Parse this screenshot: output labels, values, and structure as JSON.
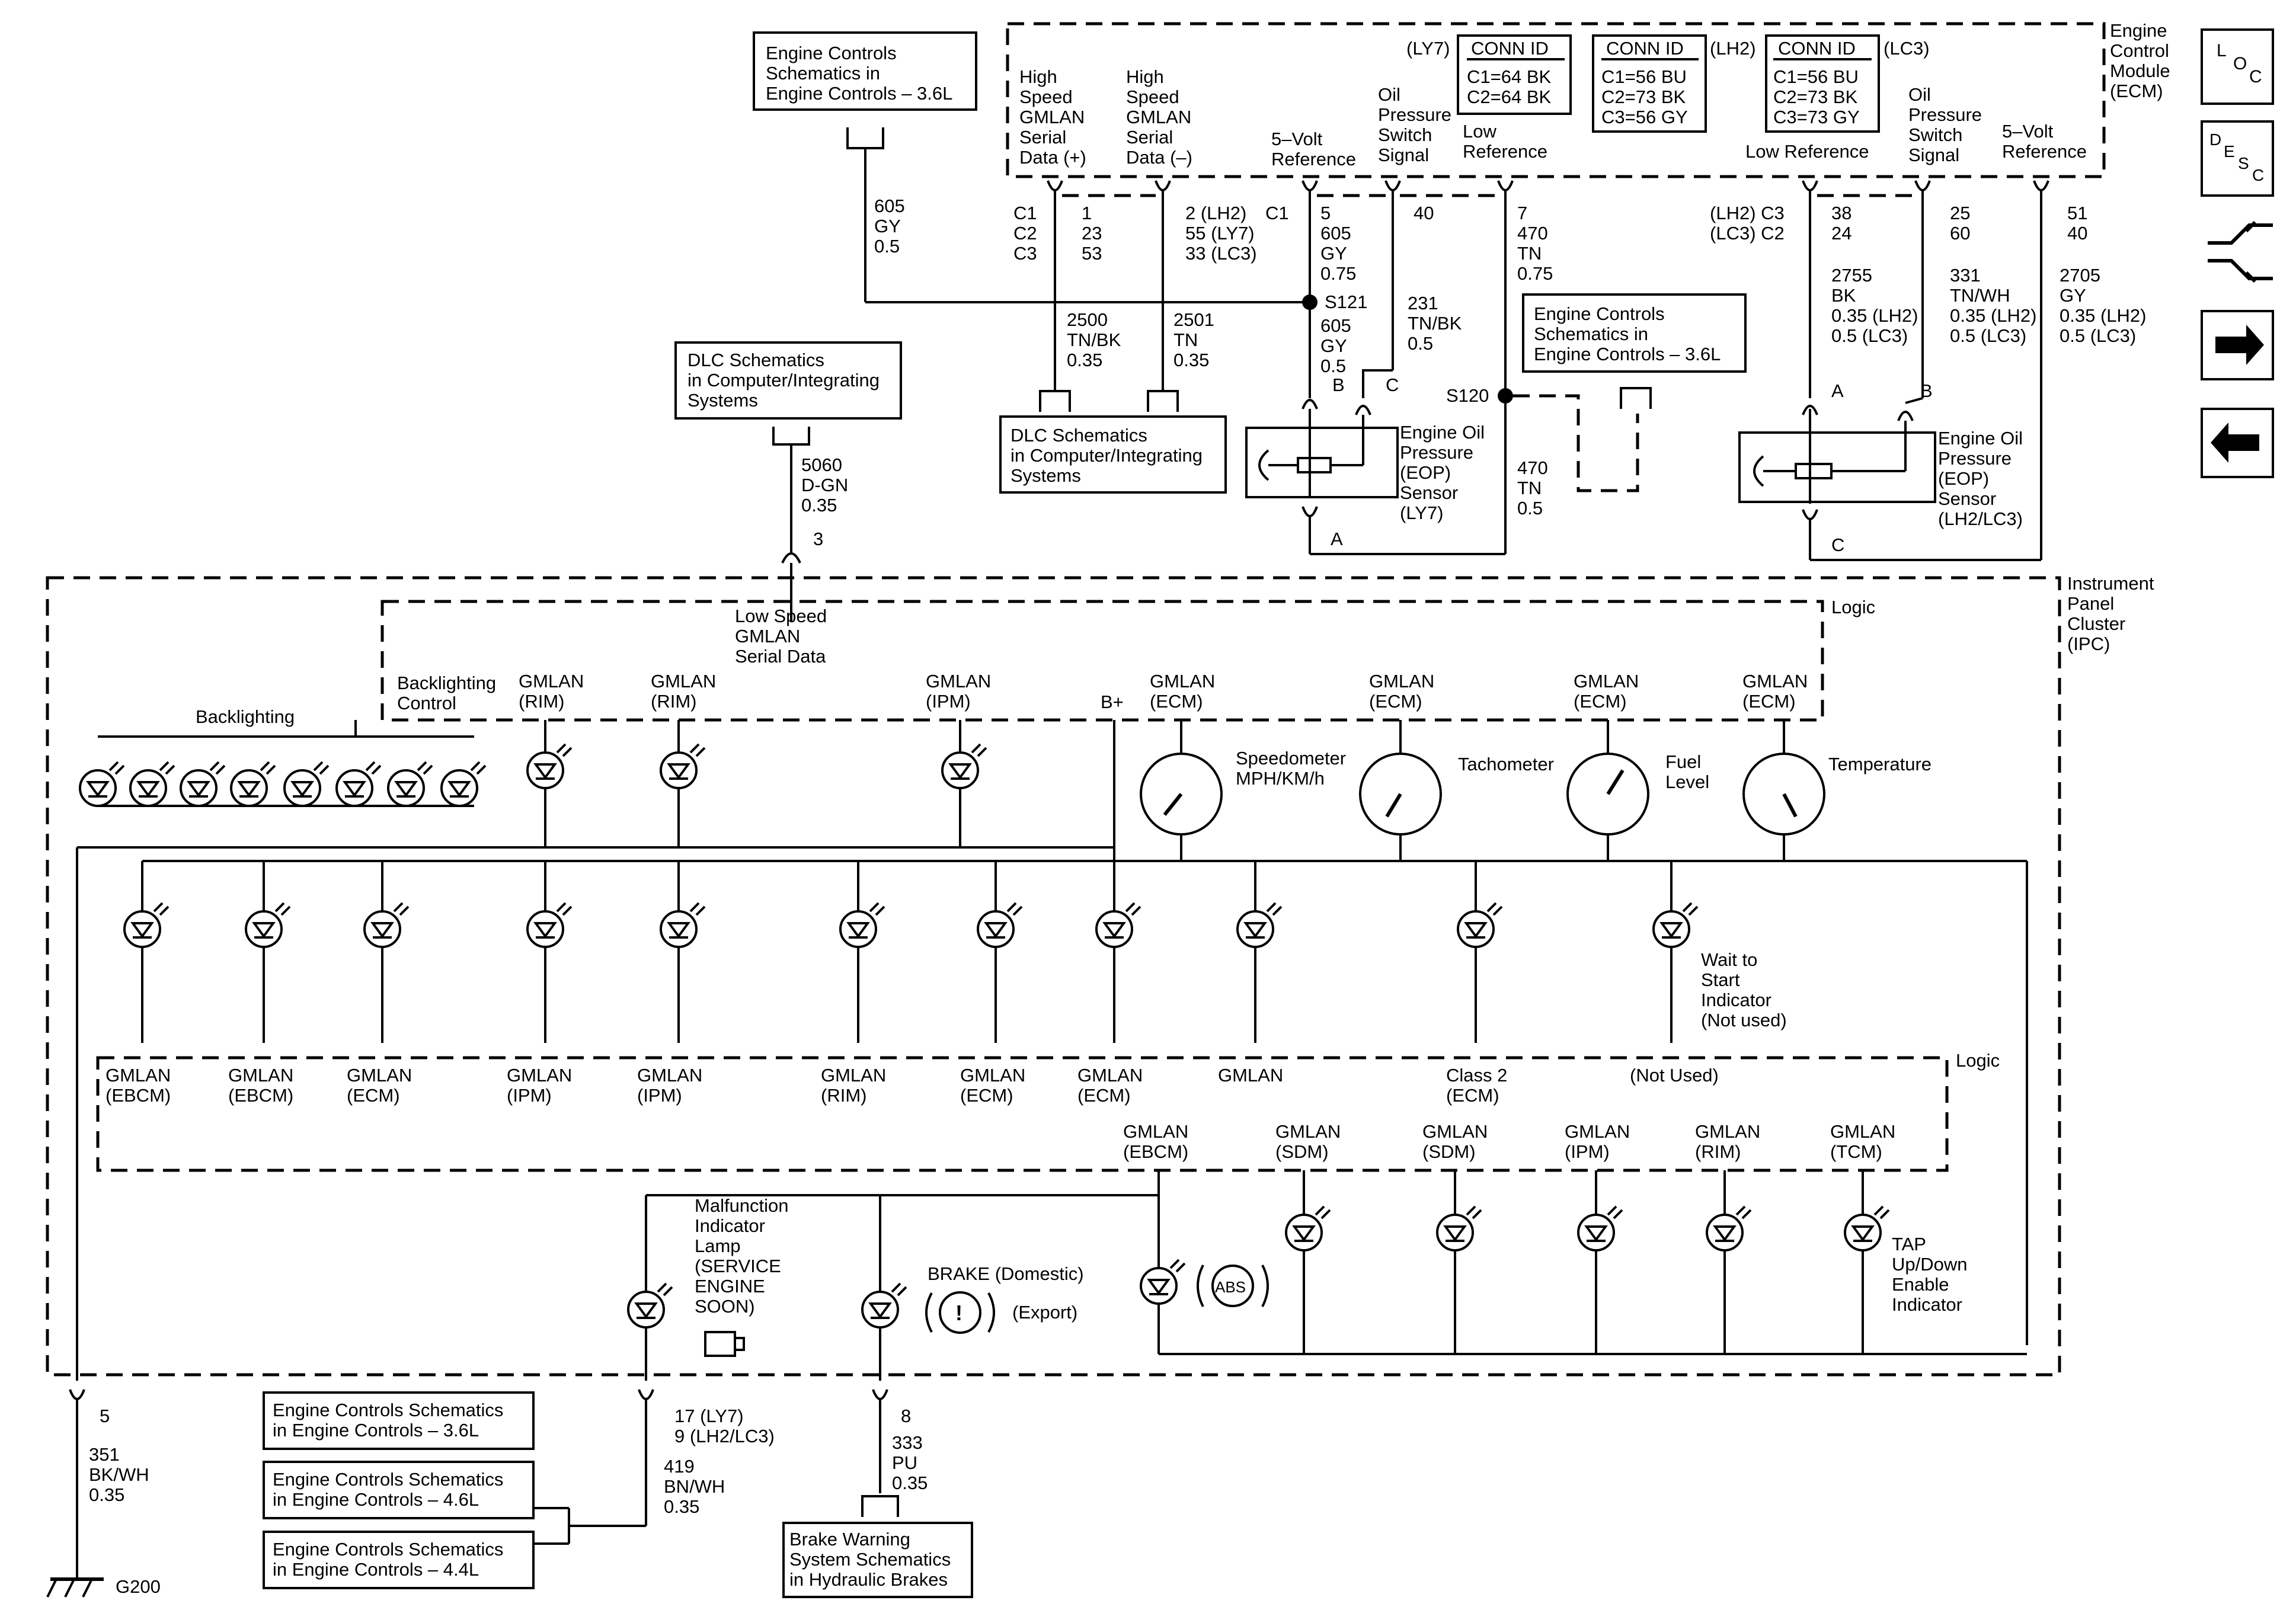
{
  "ecm": {
    "title": [
      "Engine",
      "Control",
      "Module",
      "(ECM)"
    ],
    "ref_box_top": [
      "Engine Controls",
      "Schematics in",
      "Engine Controls – 3.6L"
    ],
    "hs_plus": [
      "High",
      "Speed",
      "GMLAN",
      "Serial",
      "Data (+)"
    ],
    "hs_minus": [
      "High",
      "Speed",
      "GMLAN",
      "Serial",
      "Data (–)"
    ],
    "vref_left": [
      "5–Volt",
      "Reference"
    ],
    "oil_left": [
      "Oil",
      "Pressure",
      "Switch",
      "Signal"
    ],
    "low_ref_left": [
      "Low",
      "Reference"
    ],
    "low_ref_right": "Low Reference",
    "oil_right": [
      "Oil",
      "Pressure",
      "Switch",
      "Signal"
    ],
    "vref_right": [
      "5–Volt",
      "Reference"
    ],
    "conn_ly7": {
      "tag": "(LY7)",
      "title": "CONN ID",
      "lines": [
        "C1=64 BK",
        "C2=64 BK"
      ]
    },
    "conn_lh2": {
      "tag": "(LH2)",
      "title": "CONN ID",
      "lines": [
        "C1=56 BU",
        "C2=73 BK",
        "C3=56 GY"
      ]
    },
    "conn_lc3": {
      "tag": "(LC3)",
      "title": "CONN ID",
      "lines": [
        "C1=56 BU",
        "C2=73 BK",
        "C3=73 GY"
      ]
    }
  },
  "wires": {
    "w605": [
      "605",
      "GY",
      "0.5"
    ],
    "c_labels_1": [
      "C1",
      "C2",
      "C3"
    ],
    "pin_1": [
      "1",
      "23",
      "53"
    ],
    "pin_2": [
      "2 (LH2)",
      "55 (LY7)",
      "33 (LC3)"
    ],
    "c1_label": "C1",
    "pin_5": [
      "5",
      "605",
      "GY",
      "0.75"
    ],
    "pin_40": "40",
    "pin_7": [
      "7",
      "470",
      "TN",
      "0.75"
    ],
    "c_labels_2": [
      "(LH2) C3",
      "(LC3) C2"
    ],
    "pin_38": [
      "38",
      "24"
    ],
    "pin_25": [
      "25",
      "60"
    ],
    "pin_51": [
      "51",
      "40"
    ],
    "w2755": [
      "2755",
      "BK",
      "0.35 (LH2)",
      "0.5 (LC3)"
    ],
    "w331": [
      "331",
      "TN/WH",
      "0.35 (LH2)",
      "0.5 (LC3)"
    ],
    "w2705": [
      "2705",
      "GY",
      "0.35 (LH2)",
      "0.5 (LC3)"
    ],
    "s121": "S121",
    "w605b": [
      "605",
      "GY",
      "0.5"
    ],
    "w231": [
      "231",
      "TN/BK",
      "0.5"
    ],
    "w2500": [
      "2500",
      "TN/BK",
      "0.35"
    ],
    "w2501": [
      "2501",
      "TN",
      "0.35"
    ],
    "s120": "S120",
    "w470": [
      "470",
      "TN",
      "0.5"
    ],
    "w5060": [
      "5060",
      "D-GN",
      "0.35"
    ],
    "pin_3": "3",
    "pin_5_bottom": "5",
    "w351": [
      "351",
      "BK/WH",
      "0.35"
    ],
    "g200": "G200",
    "pin_17": [
      "17 (LY7)",
      "9 (LH2/LC3)"
    ],
    "w419": [
      "419",
      "BN/WH",
      "0.35"
    ],
    "pin_8": "8",
    "w333": [
      "333",
      "PU",
      "0.35"
    ]
  },
  "refs": {
    "dlc_top": [
      "DLC Schematics",
      "in Computer/Integrating",
      "Systems"
    ],
    "dlc_mid": [
      "DLC Schematics",
      "in Computer/Integrating",
      "Systems"
    ],
    "ec_mid": [
      "Engine Controls",
      "Schematics in",
      "Engine Controls – 3.6L"
    ],
    "ec36": [
      "Engine Controls Schematics",
      "in Engine Controls – 3.6L"
    ],
    "ec46": [
      "Engine Controls Schematics",
      "in Engine Controls – 4.6L"
    ],
    "ec44": [
      "Engine Controls Schematics",
      "in Engine Controls – 4.4L"
    ],
    "brake": [
      "Brake Warning",
      "System Schematics",
      "in Hydraulic Brakes"
    ]
  },
  "sensors": {
    "eop_ly7": [
      "Engine Oil",
      "Pressure",
      "(EOP)",
      "Sensor",
      "(LY7)"
    ],
    "eop_lh2": [
      "Engine Oil",
      "Pressure",
      "(EOP)",
      "Sensor",
      "(LH2/LC3)"
    ],
    "pin_a": "A",
    "pin_b": "B",
    "pin_c": "C"
  },
  "ipc": {
    "title": [
      "Instrument",
      "Panel",
      "Cluster",
      "(IPC)"
    ],
    "logic": "Logic",
    "low_speed": [
      "Low Speed",
      "GMLAN",
      "Serial Data"
    ],
    "backlighting": "Backlighting",
    "backlighting_control": [
      "Backlighting",
      "Control"
    ],
    "top_labels": [
      [
        "GMLAN",
        "(RIM)"
      ],
      [
        "GMLAN",
        "(RIM)"
      ],
      [
        "GMLAN",
        "(IPM)"
      ],
      [
        "B+"
      ],
      [
        "GMLAN",
        "(ECM)"
      ],
      [
        "GMLAN",
        "(ECM)"
      ],
      [
        "GMLAN",
        "(ECM)"
      ],
      [
        "GMLAN",
        "(ECM)"
      ]
    ],
    "gauges": [
      [
        "Speedometer",
        "MPH/KM/h"
      ],
      [
        "Tachometer"
      ],
      [
        "Fuel",
        "Level"
      ],
      [
        "Temperature"
      ]
    ],
    "wait_to_start": [
      "Wait to",
      "Start",
      "Indicator",
      "(Not used)"
    ],
    "mid_labels": [
      [
        "GMLAN",
        "(EBCM)"
      ],
      [
        "GMLAN",
        "(EBCM)"
      ],
      [
        "GMLAN",
        "(ECM)"
      ],
      [
        "GMLAN",
        "(IPM)"
      ],
      [
        "GMLAN",
        "(IPM)"
      ],
      [
        "GMLAN",
        "(RIM)"
      ],
      [
        "GMLAN",
        "(ECM)"
      ],
      [
        "GMLAN",
        "(ECM)"
      ],
      [
        "GMLAN"
      ],
      [
        "Class 2",
        "(ECM)"
      ],
      [
        "(Not Used)"
      ]
    ],
    "low_labels": [
      [
        "GMLAN",
        "(EBCM)"
      ],
      [
        "GMLAN",
        "(SDM)"
      ],
      [
        "GMLAN",
        "(SDM)"
      ],
      [
        "GMLAN",
        "(IPM)"
      ],
      [
        "GMLAN",
        "(RIM)"
      ],
      [
        "GMLAN",
        "(TCM)"
      ]
    ],
    "mil": [
      "Malfunction",
      "Indicator",
      "Lamp",
      "(SERVICE",
      "ENGINE",
      "SOON)"
    ],
    "brake_dom": "BRAKE (Domestic)",
    "export": "(Export)",
    "abs": "ABS",
    "tap": [
      "TAP",
      "Up/Down",
      "Enable",
      "Indicator"
    ]
  },
  "nav": {
    "loc": [
      "L",
      "O",
      "C"
    ],
    "desc": [
      "D",
      "E",
      "S",
      "C"
    ]
  }
}
